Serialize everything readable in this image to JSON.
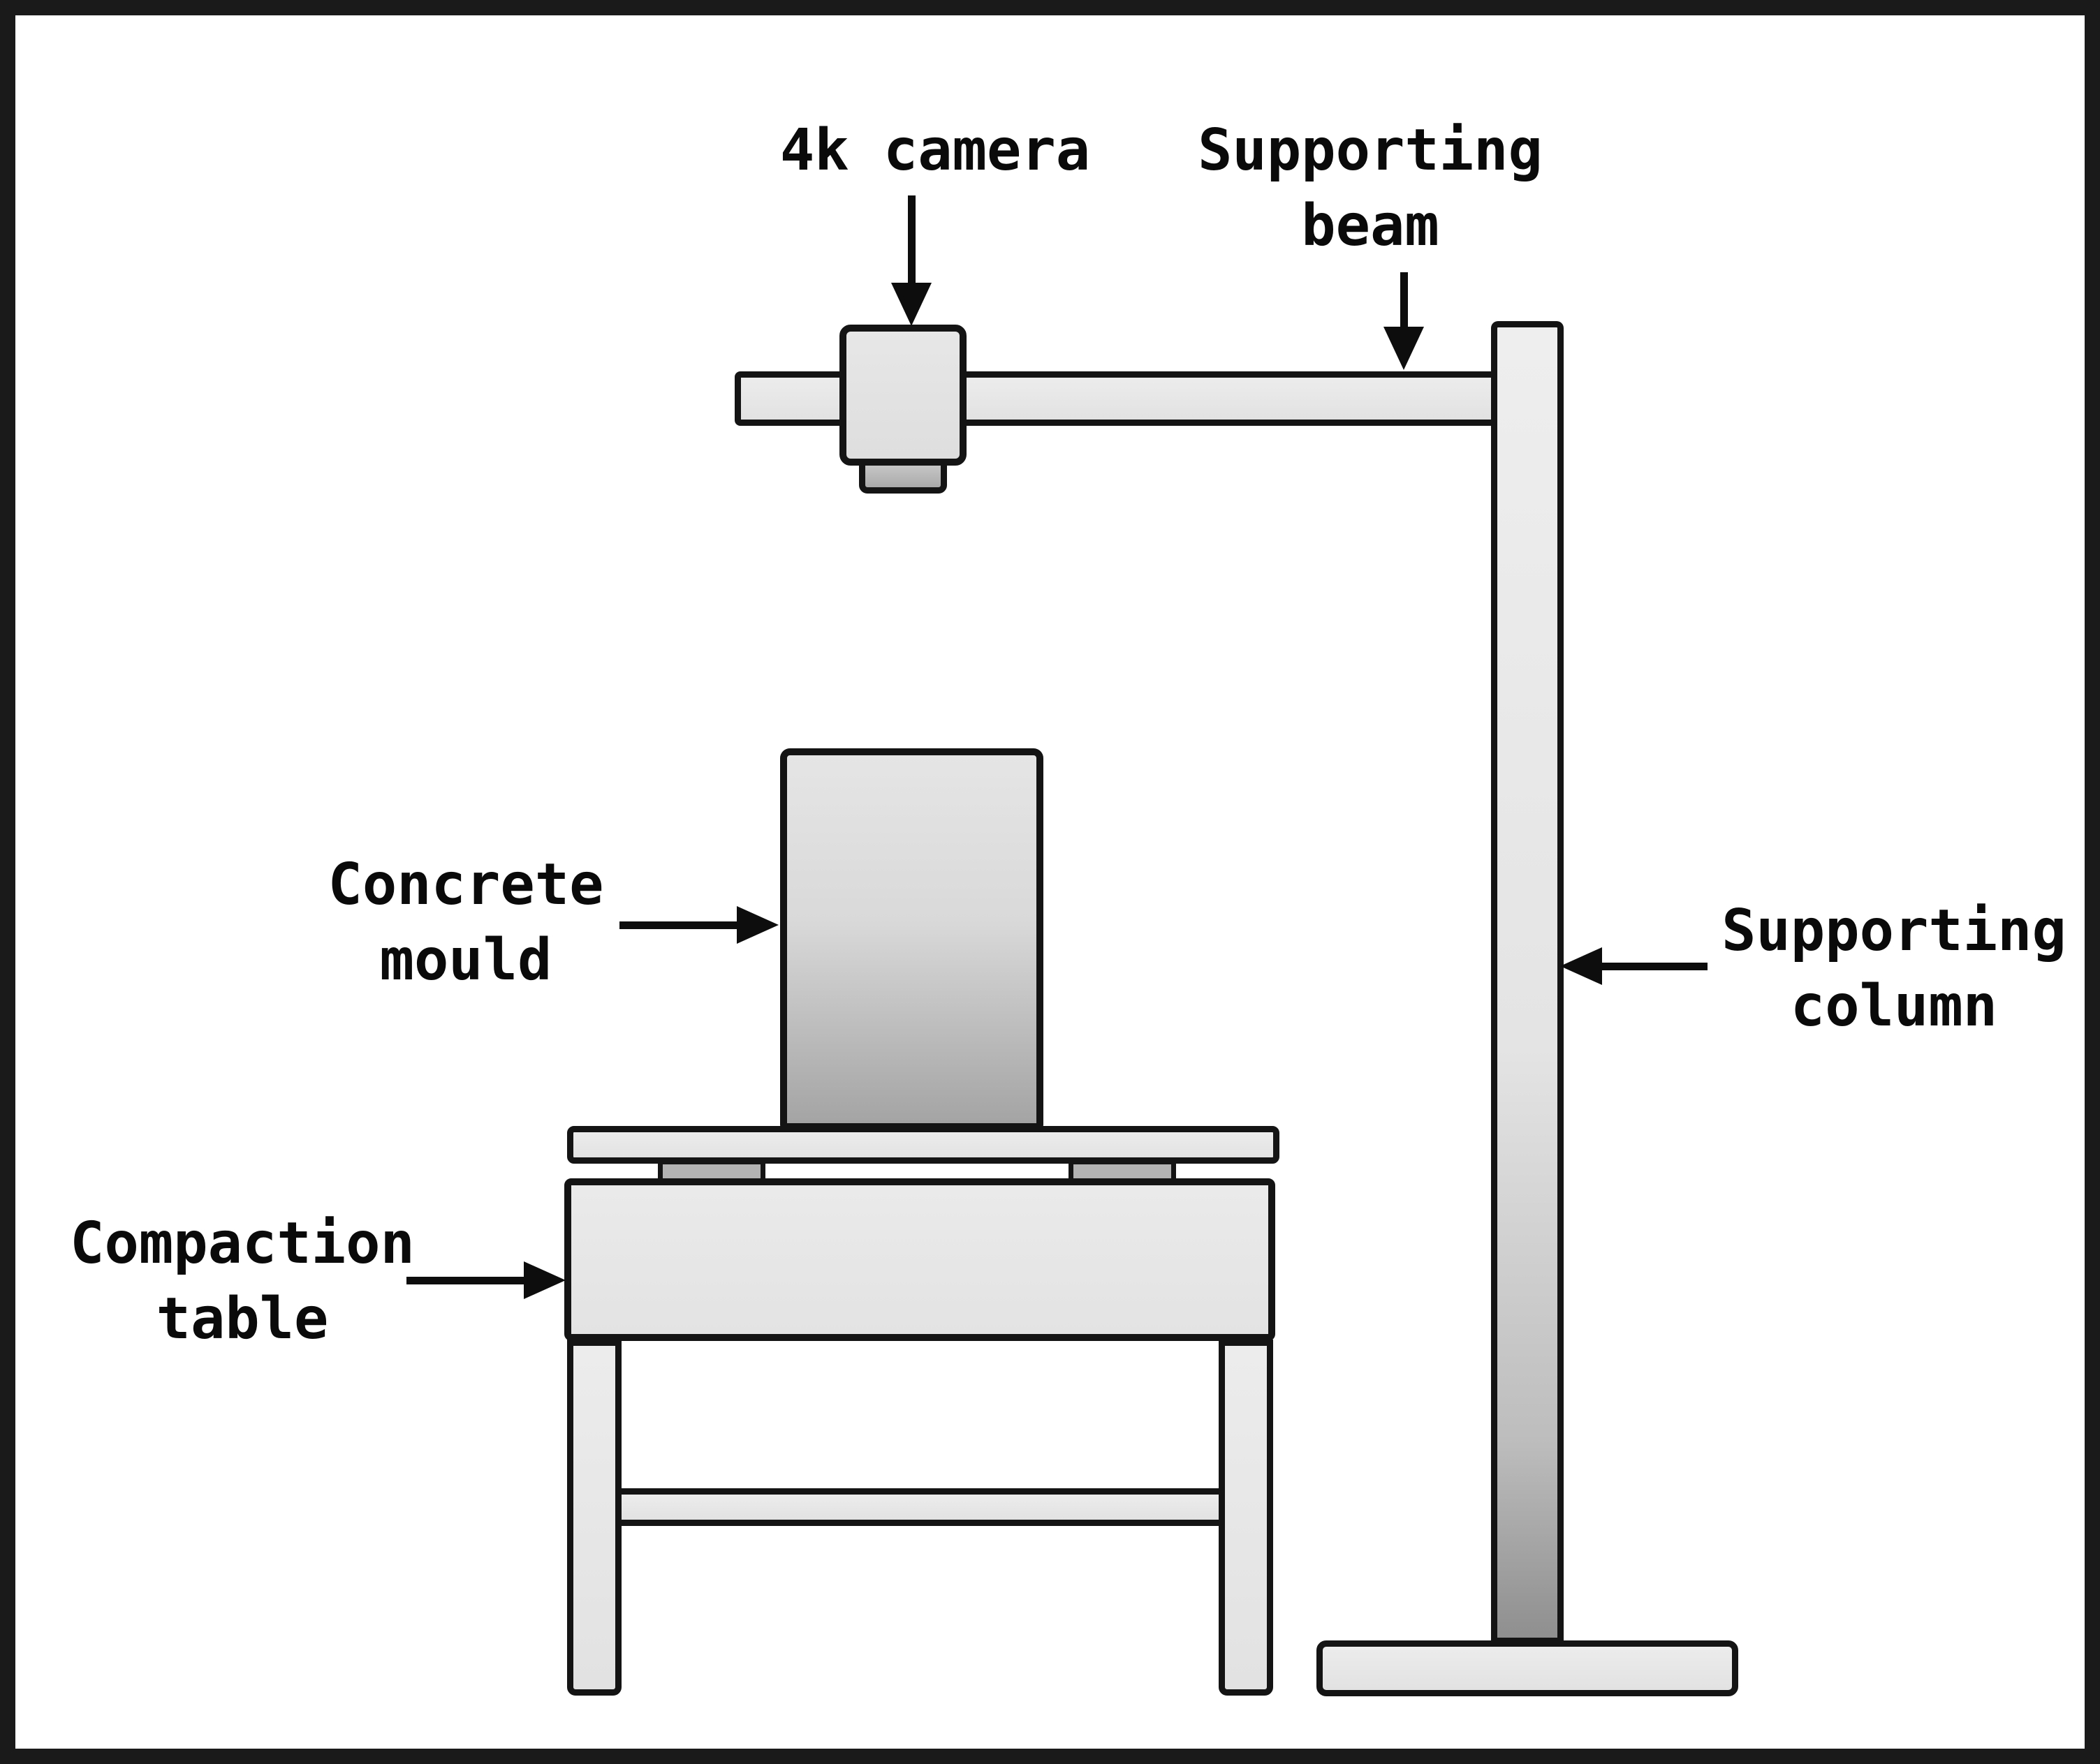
{
  "diagram": {
    "title_implied": "Experimental setup schematic",
    "colors": {
      "background": "#ffffff",
      "frame": "#1a1a1a",
      "shape_fill_light": "#e6e6e6",
      "shape_stroke": "#141414",
      "spacer_fill": "#b3b3b3",
      "mould_gradient_bottom": "#a4a4a4",
      "column_gradient_bottom": "#8f8f8f",
      "arrow": "#0d0d0d",
      "text": "#0a0a0a"
    },
    "labels": {
      "camera": {
        "text": "4k camera"
      },
      "beam": {
        "line1": "Supporting",
        "line2": "beam"
      },
      "mould": {
        "line1": "Concrete",
        "line2": "mould"
      },
      "table": {
        "line1": "Compaction",
        "line2": "table"
      },
      "column": {
        "line1": "Supporting",
        "line2": "column"
      }
    },
    "icons": [
      "arrow-down-icon",
      "arrow-right-icon",
      "arrow-left-icon"
    ]
  }
}
